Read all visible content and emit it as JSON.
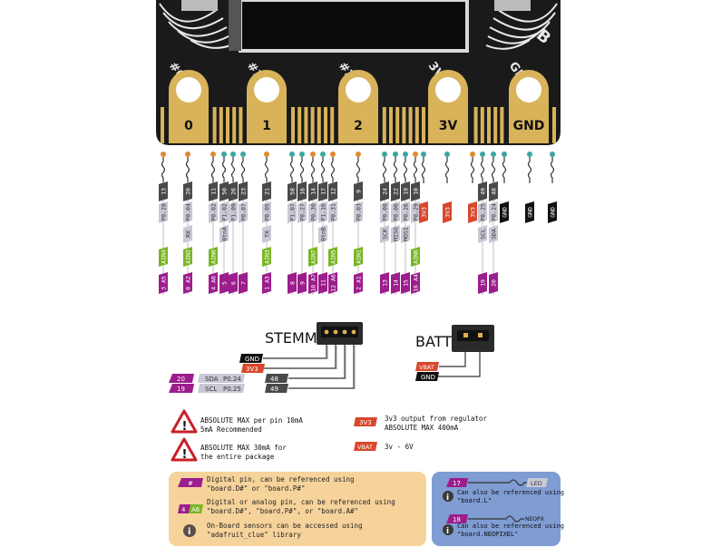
{
  "board": {
    "corner_labels": [
      "#0",
      "#1",
      "#2",
      "3V",
      "GND"
    ],
    "pad_labels": [
      "0",
      "1",
      "2",
      "3V",
      "GND"
    ]
  },
  "pins": [
    {
      "num": "13",
      "chip": "P0.28",
      "tags": [
        {
          "t": "AIN4",
          "c": "green"
        },
        {
          "t": "3 A5",
          "c": "purple"
        }
      ]
    },
    {
      "num": "20",
      "chip": "P0.04",
      "func": "RX",
      "tags": [
        {
          "t": "AIN2",
          "c": "green"
        },
        {
          "t": "0 A2",
          "c": "purple"
        }
      ]
    },
    {
      "num": "11",
      "chip": "P0.02",
      "tags": [
        {
          "t": "AIN0",
          "c": "green"
        },
        {
          "t": "4 A0",
          "c": "purple"
        }
      ]
    },
    {
      "num": "50",
      "chip": "P1.02",
      "func": "BtnA",
      "tags": [
        {
          "t": "5",
          "c": "purple"
        }
      ]
    },
    {
      "num": "26",
      "chip": "P1.09",
      "tags": [
        {
          "t": "6",
          "c": "purple"
        }
      ]
    },
    {
      "num": "23",
      "chip": "P0.07",
      "tags": [
        {
          "t": "7",
          "c": "purple"
        }
      ]
    },
    {
      "num": "21",
      "chip": "P0.05",
      "func": "TX",
      "tags": [
        {
          "t": "AIN3",
          "c": "green"
        },
        {
          "t": "1 A3",
          "c": "purple"
        }
      ]
    },
    {
      "num": "58",
      "chip": "P1.07",
      "tags": [
        {
          "t": "8",
          "c": "purple"
        }
      ]
    },
    {
      "num": "16",
      "chip": "P0.27",
      "tags": [
        {
          "t": "9",
          "c": "purple"
        }
      ]
    },
    {
      "num": "14",
      "chip": "P0.30",
      "tags": [
        {
          "t": "AIN7",
          "c": "green"
        },
        {
          "t": "10 A7",
          "c": "purple"
        }
      ]
    },
    {
      "num": "17",
      "chip": "P1.10",
      "func": "BtnB",
      "tags": [
        {
          "t": "11",
          "c": "purple"
        }
      ]
    },
    {
      "num": "12",
      "chip": "P0.31",
      "tags": [
        {
          "t": "AIN5",
          "c": "green"
        },
        {
          "t": "12 A6",
          "c": "purple"
        }
      ]
    },
    {
      "num": "9",
      "chip": "P0.03",
      "tags": [
        {
          "t": "AIN1",
          "c": "green"
        },
        {
          "t": "2 A1",
          "c": "purple"
        }
      ]
    },
    {
      "num": "24",
      "chip": "P0.08",
      "func": "SCK",
      "tags": [
        {
          "t": "13",
          "c": "purple"
        }
      ]
    },
    {
      "num": "22",
      "chip": "P0.06",
      "func": "MISO",
      "tags": [
        {
          "t": "14",
          "c": "purple"
        }
      ]
    },
    {
      "num": "19",
      "chip": "P0.26",
      "func": "MOSI",
      "tags": [
        {
          "t": "15",
          "c": "purple"
        }
      ]
    },
    {
      "num": "10",
      "chip": "P0.29",
      "tags": [
        {
          "t": "AIN6",
          "c": "green"
        },
        {
          "t": "16 A4",
          "c": "purple"
        }
      ]
    },
    {
      "num": "49",
      "chip": "P0.25",
      "func": "SCL",
      "tags": [
        {
          "t": "19",
          "c": "purple"
        }
      ]
    },
    {
      "num": "48",
      "chip": "P0.24",
      "func": "SDA",
      "tags": [
        {
          "t": "20",
          "c": "purple"
        }
      ]
    }
  ],
  "power_tags": {
    "v3": "3V3",
    "gnd": "GND"
  },
  "stemma": {
    "title": "STEMMA",
    "gnd": "GND",
    "v3": "3V3",
    "sda_num": "20",
    "scl_num": "19",
    "sda_label": "SDA",
    "scl_label": "SCL",
    "sda_chip": "P0.24",
    "scl_chip": "P0.25",
    "sda_pin": "48",
    "scl_pin": "49"
  },
  "batt": {
    "title": "BATT",
    "vbat": "VBAT",
    "gnd": "GND"
  },
  "notes": {
    "warn1_line1": "ABSOLUTE MAX per pin 10mA",
    "warn1_line2": "5mA Recommended",
    "warn2_line1": "ABSOLUTE MAX 30mA for",
    "warn2_line2": "the entire package",
    "reg_tag": "3V3",
    "reg_line1": "3v3 output from regulator",
    "reg_line2": "ABSOLUTE MAX 400mA",
    "vbat_tag": "VBAT",
    "vbat_text": "3v - 6V"
  },
  "legend": {
    "digital_tag": "#",
    "digital_line1": "Digital pin, can be referenced using",
    "digital_line2": "\"board.D#\" or \"board.P#\"",
    "analog_tag1": "4",
    "analog_tag2": "A6",
    "analog_line1": "Digital or analog pin, can be referenced using",
    "analog_line2": "\"board.D#\", \"board.P#\", or \"board.A#\"",
    "sensor_line1": "On-Board sensors can be accessed using",
    "sensor_line2": "\"adafruit_clue\" library"
  },
  "aux": {
    "led_pin": "17",
    "led_label": "LED",
    "led_line1": "Can also be referenced using",
    "led_line2": "\"board.L\"",
    "neo_pin": "18",
    "neo_label": "NEOPX",
    "neo_line1": "Can also be referenced using",
    "neo_line2": "\"board.NEOPIXEL\""
  },
  "colors": {
    "board": "#1a1a1a",
    "gold": "#d8b35a",
    "purple": "#9c1d8c",
    "green": "#7ab526",
    "red": "#d8472c",
    "pin_gray": "#4a4a4a",
    "chip_gray": "#c9c9d6",
    "orange_box": "#f7d39c",
    "blue_box": "#7f9cd3"
  }
}
